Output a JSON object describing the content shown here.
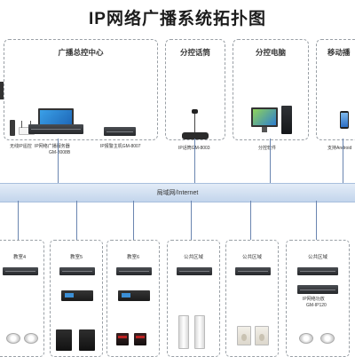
{
  "title": "IP网络广播系统拓扑图",
  "center": {
    "title": "广播总控中心",
    "labels": {
      "wireless": "无线IP遥控",
      "server": "IP网络广播服务器",
      "server_model": "GM-8008B",
      "alarm": "IP报警主机GM-8007"
    }
  },
  "paging": {
    "title": "分控话筒",
    "label": "IP话筒GM-8003"
  },
  "pc": {
    "title": "分控电脑",
    "label": "分控软件"
  },
  "mobile": {
    "title": "移动播",
    "label": "支持Android"
  },
  "network": {
    "label": "局域网/Internet"
  },
  "zones": [
    {
      "label": "教室4"
    },
    {
      "label": "教室5"
    },
    {
      "label": "教室6"
    },
    {
      "label": "公共区域"
    },
    {
      "label": "公共区域"
    },
    {
      "label": "公共区域",
      "amp_label": "IP网络功放",
      "amp_model": "GM-IP120"
    }
  ]
}
